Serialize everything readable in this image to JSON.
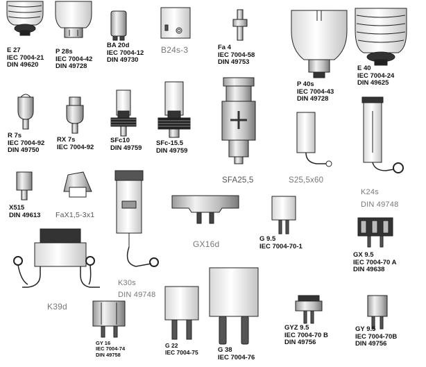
{
  "colors": {
    "ink": "#111111",
    "lightText": "#777777",
    "fill": "#dcdcdc",
    "dark": "#333333"
  },
  "labels": {
    "e27": {
      "lines": [
        "E 27",
        "IEC 7004-21",
        "DIN 49620"
      ]
    },
    "p28s": {
      "lines": [
        "P 28s",
        "IEC 7004-42",
        "DIN 49728"
      ]
    },
    "ba20d": {
      "lines": [
        "BA 20d",
        "IEC 7004-12",
        "DIN 49730"
      ]
    },
    "b24s3": {
      "lines": [
        "B24s-3"
      ]
    },
    "fa4": {
      "lines": [
        "Fa 4",
        "IEC 7004-58",
        "DIN 49753"
      ]
    },
    "p40s": {
      "lines": [
        "P 40s",
        "IEC 7004-43",
        "DIN 49728"
      ]
    },
    "e40": {
      "lines": [
        "E 40",
        "IEC 7004-24",
        "DIN 49625"
      ]
    },
    "r7s": {
      "lines": [
        "R 7s",
        "IEC 7004-92",
        "DIN 49750"
      ]
    },
    "rx7s": {
      "lines": [
        "RX 7s",
        "IEC 7004-92"
      ]
    },
    "sfc10": {
      "lines": [
        "SFc10",
        "DIN 49759"
      ]
    },
    "sfc155": {
      "lines": [
        "SFc-15.5",
        "DIN 49759"
      ]
    },
    "sfa255": {
      "lines": [
        "SFA25,5"
      ]
    },
    "s255x60": {
      "lines": [
        "S25,5x60"
      ]
    },
    "k24s": {
      "lines": [
        "K24s",
        "DIN 49748"
      ]
    },
    "x515": {
      "lines": [
        "X515",
        "DIN 49613"
      ]
    },
    "fax153": {
      "lines": [
        "FaX1,5-3x1"
      ]
    },
    "gx16d": {
      "lines": [
        "GX16d"
      ]
    },
    "g95": {
      "lines": [
        "G 9.5",
        "IEC 7004-70-1"
      ]
    },
    "gx95": {
      "lines": [
        "GX 9.5",
        "IEC 7004-70 A",
        "DIN 49638"
      ]
    },
    "k30s": {
      "lines": [
        "K30s",
        "DIN 49748"
      ]
    },
    "k39d": {
      "lines": [
        "K39d"
      ]
    },
    "gy16": {
      "lines": [
        "GY 16",
        "IEC 7004-74",
        "DIN 49758"
      ]
    },
    "g22": {
      "lines": [
        "G 22",
        "IEC 7004-75"
      ]
    },
    "g38": {
      "lines": [
        "G 38",
        "IEC 7004-76"
      ]
    },
    "gyz95": {
      "lines": [
        "GYZ 9.5",
        "IEC 7004-70 B",
        "DIN 49756"
      ]
    },
    "gy95": {
      "lines": [
        "GY 9.5",
        "IEC 7004-70B",
        "DIN 49756"
      ]
    }
  }
}
